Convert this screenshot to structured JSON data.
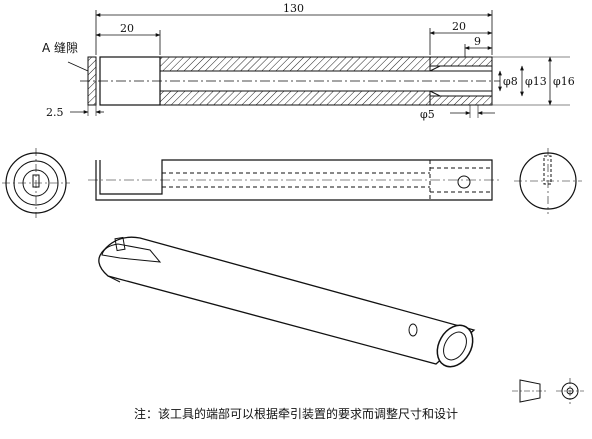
{
  "drawing": {
    "gap_label": "A 缝隙",
    "dims": {
      "overall_length": "130",
      "left_section": "20",
      "right_section": "20",
      "bore_depth": "9",
      "gap_width": "2.5",
      "dia_inner": "φ8",
      "dia_mid": "φ13",
      "dia_outer": "φ16",
      "dia_small": "φ5"
    },
    "note": "注：该工具的端部可以根据牵引装置的要求而调整尺寸和设计"
  }
}
